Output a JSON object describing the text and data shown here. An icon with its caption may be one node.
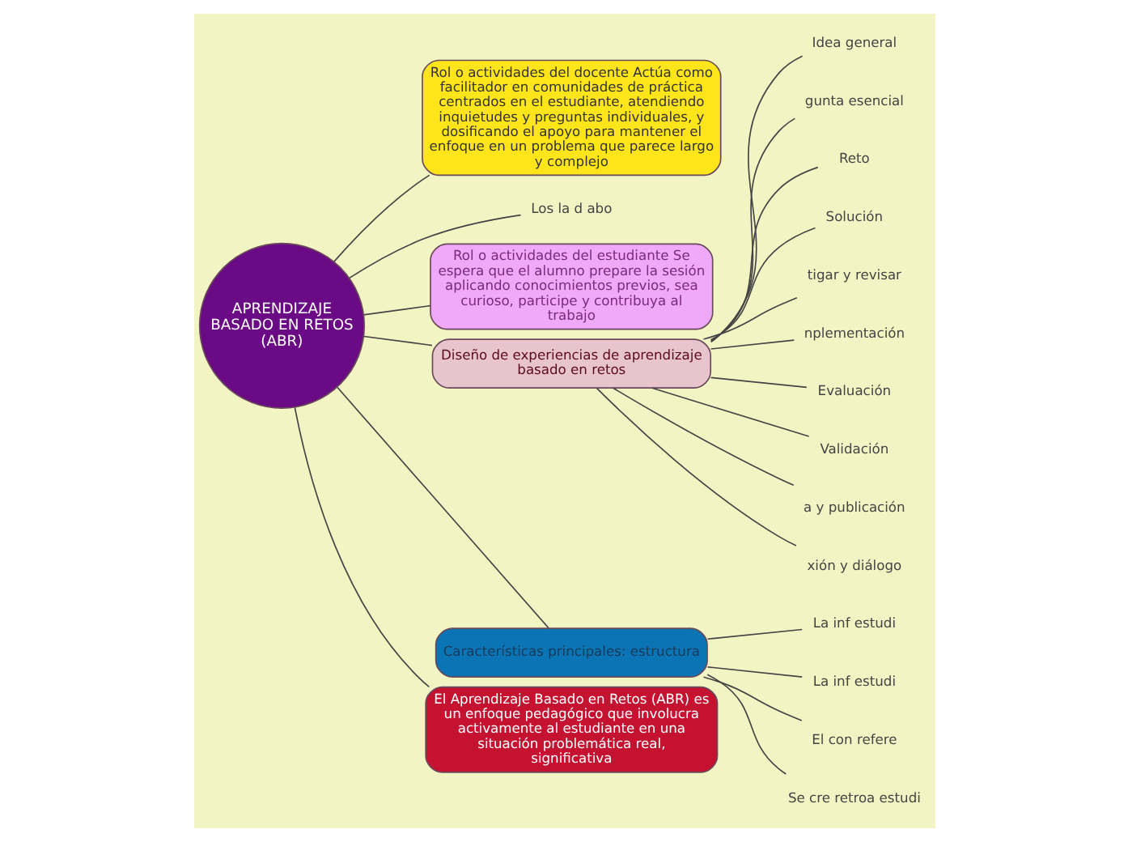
{
  "diagram": {
    "nodes": [
      {
        "text": [
          "APRENDIZAJE BASADO EN RETOS (ABR)"
        ]
      },
      {
        "text": [
          "Rol o actividades del docente Actúa como facilitador en comunidades de práctica centrados en el estudiante, atendiendo inquietudes y preguntas individuales, y dosificando el apoyo para mantener el enfoque en un problema que parece largo y complejo"
        ]
      },
      {
        "text": [
          "Los la d abo"
        ]
      },
      {
        "text": [
          "Rol o actividades del estudiante Se espera que el alumno prepare la sesión aplicando conocimientos previos, sea curioso, participe y contribuya al trabajo"
        ]
      },
      {
        "text": [
          "Diseño de experiencias de aprendizaje basado en retos"
        ]
      },
      {
        "text": [
          "Idea general"
        ]
      },
      {
        "text": [
          "gunta esencial"
        ]
      },
      {
        "text": [
          "Reto"
        ]
      },
      {
        "text": [
          "Solución"
        ]
      },
      {
        "text": [
          "tigar y revisar"
        ]
      },
      {
        "text": [
          "nplementación"
        ]
      },
      {
        "text": [
          "Evaluación"
        ]
      },
      {
        "text": [
          "Validación"
        ]
      },
      {
        "text": [
          "a y publicación"
        ]
      },
      {
        "text": [
          "xión y diálogo"
        ]
      },
      {
        "text": [
          "Características principales: estructura"
        ]
      },
      {
        "text": [
          "La inf estudi"
        ]
      },
      {
        "text": [
          "La inf estudi"
        ]
      },
      {
        "text": [
          "El con refere"
        ]
      },
      {
        "text": [
          "Se cre retroa estudi"
        ]
      },
      {
        "text": [
          "El Aprendizaje Basado en Retos (ABR) es un enfoque pedagógico que involucra activamente al estudiante en una situación problemática real, significativa"
        ]
      }
    ],
    "edges": [
      {
        "from": 0,
        "to": 1,
        "arrow": "none"
      },
      {
        "from": 0,
        "to": 2,
        "arrow": "none"
      },
      {
        "from": 0,
        "to": 3,
        "arrow": "none"
      },
      {
        "from": 0,
        "to": 4,
        "arrow": "none"
      },
      {
        "from": 0,
        "to": 15,
        "arrow": "none"
      },
      {
        "from": 0,
        "to": 20,
        "arrow": "none"
      },
      {
        "from": 4,
        "to": 5,
        "arrow": "none"
      },
      {
        "from": 4,
        "to": 6,
        "arrow": "none"
      },
      {
        "from": 4,
        "to": 7,
        "arrow": "none"
      },
      {
        "from": 4,
        "to": 8,
        "arrow": "none"
      },
      {
        "from": 4,
        "to": 9,
        "arrow": "none"
      },
      {
        "from": 4,
        "to": 10,
        "arrow": "none"
      },
      {
        "from": 4,
        "to": 11,
        "arrow": "none"
      },
      {
        "from": 4,
        "to": 12,
        "arrow": "none"
      },
      {
        "from": 4,
        "to": 13,
        "arrow": "none"
      },
      {
        "from": 4,
        "to": 14,
        "arrow": "none"
      },
      {
        "from": 15,
        "to": 16,
        "arrow": "none"
      },
      {
        "from": 15,
        "to": 17,
        "arrow": "none"
      },
      {
        "from": 15,
        "to": 18,
        "arrow": "none"
      },
      {
        "from": 15,
        "to": 19,
        "arrow": "none"
      }
    ]
  }
}
